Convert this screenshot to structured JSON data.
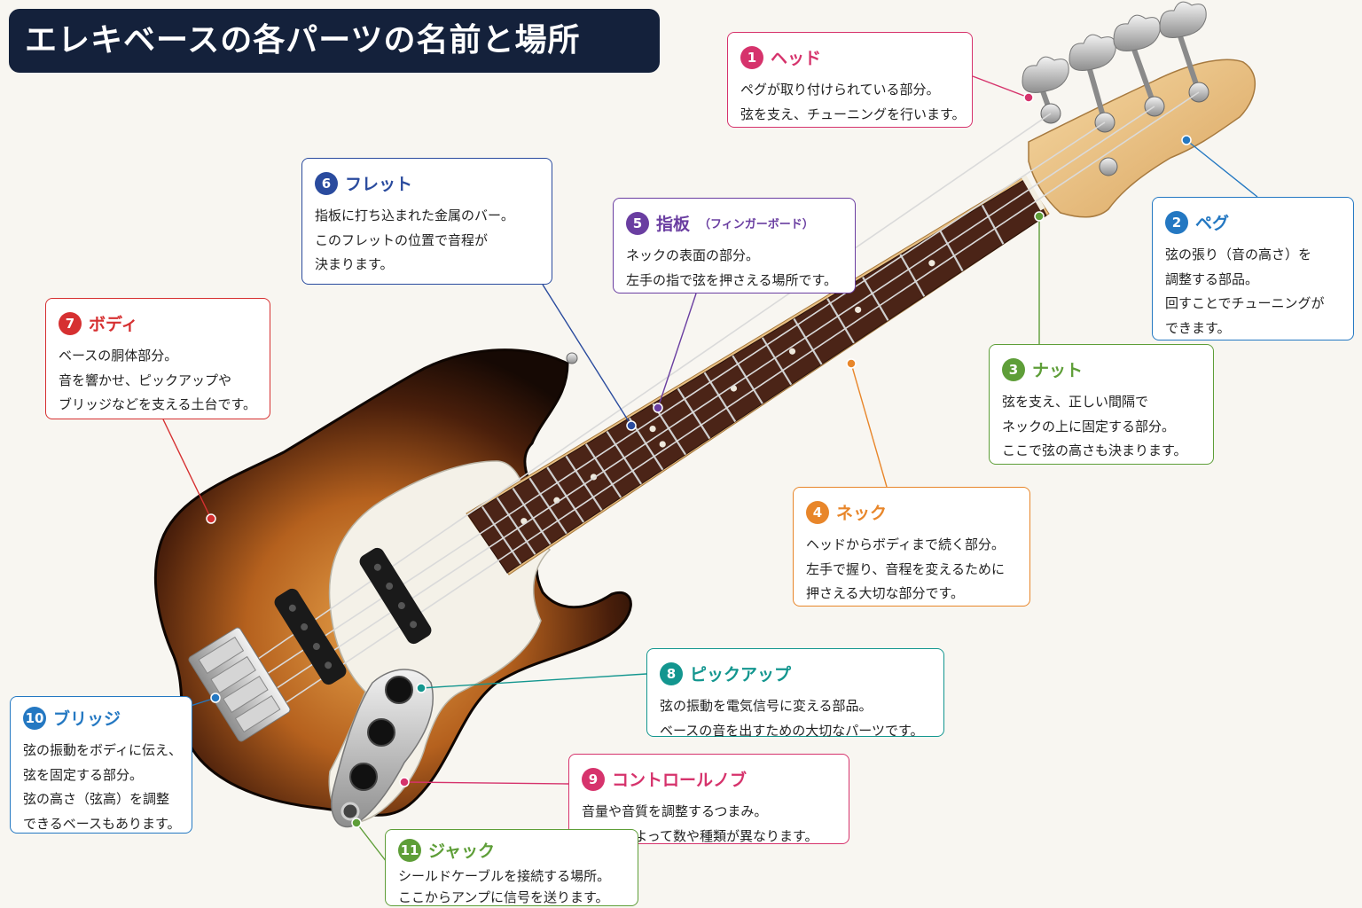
{
  "title": "エレキベースの各パーツの名前と場所",
  "colors": {
    "head": "#d6336c",
    "peg": "#2478c2",
    "nut": "#5e9e38",
    "neck": "#e8862a",
    "fingerboard": "#6a3ea1",
    "fret": "#2a4b9e",
    "body": "#d63031",
    "pickup": "#13968f",
    "knob": "#d6336c",
    "bridge": "#2478c2",
    "jack": "#5e9e38"
  },
  "parts": {
    "head": {
      "num": "1",
      "name": "ヘッド",
      "lines": [
        "ペグが取り付けられている部分。",
        "弦を支え、チューニングを行います。"
      ]
    },
    "peg": {
      "num": "2",
      "name": "ペグ",
      "lines": [
        "弦の張り（音の高さ）を",
        "調整する部品。",
        "回すことでチューニングが",
        "できます。"
      ]
    },
    "nut": {
      "num": "3",
      "name": "ナット",
      "lines": [
        "弦を支え、正しい間隔で",
        "ネックの上に固定する部分。",
        "ここで弦の高さも決まります。"
      ]
    },
    "neck": {
      "num": "4",
      "name": "ネック",
      "lines": [
        "ヘッドからボディまで続く部分。",
        "左手で握り、音程を変えるために",
        "押さえる大切な部分です。"
      ]
    },
    "fingerboard": {
      "num": "5",
      "name": "指板",
      "sub": "（フィンガーボード）",
      "lines": [
        "ネックの表面の部分。",
        "左手の指で弦を押さえる場所です。"
      ]
    },
    "fret": {
      "num": "6",
      "name": "フレット",
      "lines": [
        "指板に打ち込まれた金属のバー。",
        "このフレットの位置で音程が",
        "決まります。"
      ]
    },
    "body": {
      "num": "7",
      "name": "ボディ",
      "lines": [
        "ベースの胴体部分。",
        "音を響かせ、ピックアップや",
        "ブリッジなどを支える土台です。"
      ]
    },
    "pickup": {
      "num": "8",
      "name": "ピックアップ",
      "lines": [
        "弦の振動を電気信号に変える部品。",
        "ベースの音を出すための大切なパーツです。"
      ]
    },
    "knob": {
      "num": "9",
      "name": "コントロールノブ",
      "lines": [
        "音量や音質を調整するつまみ。",
        "ベースによって数や種類が異なります。"
      ]
    },
    "bridge": {
      "num": "10",
      "name": "ブリッジ",
      "lines": [
        "弦の振動をボディに伝え、",
        "弦を固定する部分。",
        "弦の高さ（弦高）を調整",
        "できるベースもあります。"
      ]
    },
    "jack": {
      "num": "11",
      "name": "ジャック",
      "lines": [
        "シールドケーブルを接続する場所。",
        "ここからアンプに信号を送ります。"
      ]
    }
  }
}
